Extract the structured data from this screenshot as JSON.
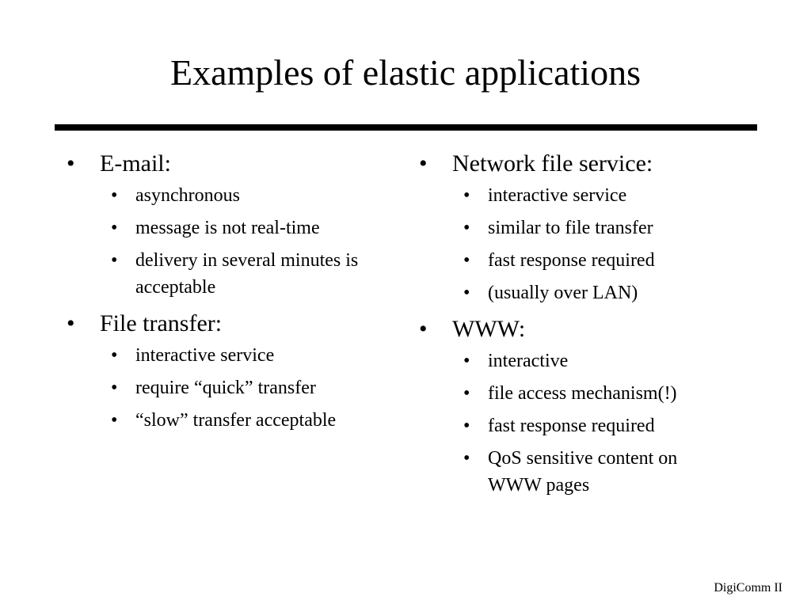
{
  "slide": {
    "title": "Examples of elastic applications",
    "footer": "DigiComm II",
    "bullet_glyph": "•"
  },
  "left_column": [
    {
      "heading": "E-mail:",
      "items": [
        "asynchronous",
        "message is not real-time",
        "delivery in several minutes is acceptable"
      ]
    },
    {
      "heading": "File transfer:",
      "items": [
        "interactive service",
        "require “quick” transfer",
        "“slow” transfer acceptable"
      ]
    }
  ],
  "right_column": [
    {
      "heading": "Network file service:",
      "items": [
        "interactive service",
        "similar to file transfer",
        "fast response required",
        "(usually over LAN)"
      ]
    },
    {
      "heading": "WWW:",
      "items": [
        "interactive",
        "file access mechanism(!)",
        "fast response required",
        "QoS sensitive content on WWW pages"
      ]
    }
  ]
}
